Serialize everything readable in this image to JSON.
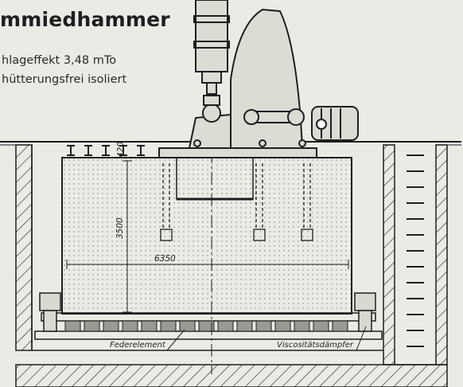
{
  "title": "mmiedhammer",
  "caption_line1": "hlageffekt 3,48 mTo",
  "caption_line2": "hütterungsfrei isoliert",
  "dimensions": {
    "width": "6350",
    "height": "3500",
    "top": "420"
  },
  "labels": {
    "spring": "Federelement",
    "damper": "Viscositätsdämpfer"
  },
  "colors": {
    "paper": "#ebebe6",
    "ink": "#1e1e1e"
  },
  "spring_element_count": 15
}
